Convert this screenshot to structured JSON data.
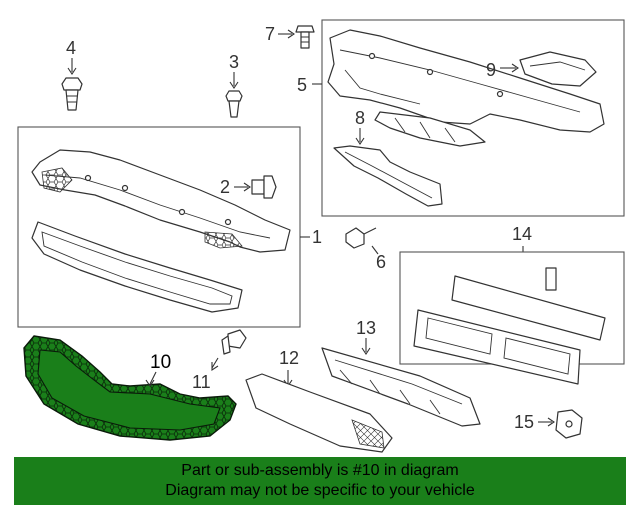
{
  "callouts": {
    "c1": "1",
    "c2": "2",
    "c3": "3",
    "c4": "4",
    "c5": "5",
    "c6": "6",
    "c7": "7",
    "c8": "8",
    "c9": "9",
    "c10": "10",
    "c11": "11",
    "c12": "12",
    "c13": "13",
    "c14": "14",
    "c15": "15"
  },
  "highlighted_part": "10",
  "colors": {
    "highlight": "#1a7f1a",
    "line": "#333333",
    "banner": "#1a7f1a"
  },
  "banner": {
    "line1": "Part or sub-assembly is #10 in diagram",
    "line2": "Diagram may not be specific to your vehicle"
  }
}
